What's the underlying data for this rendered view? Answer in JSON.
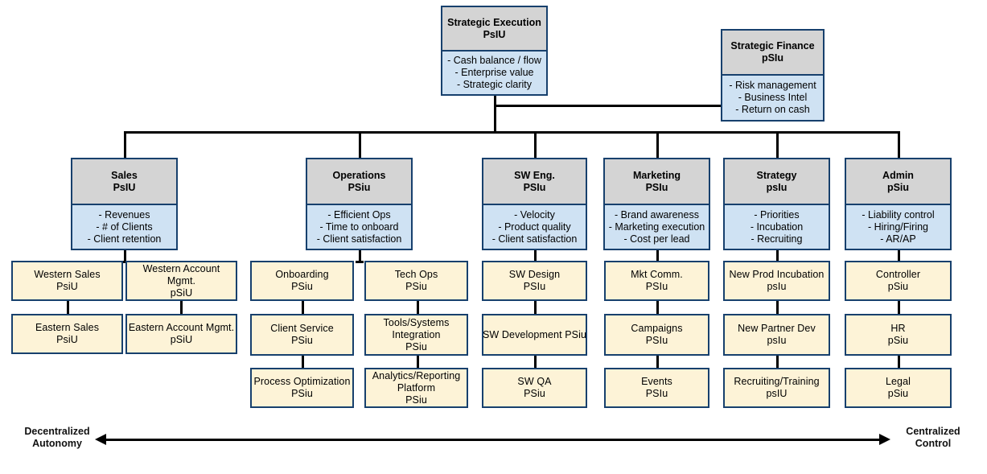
{
  "root": {
    "title_lines": [
      "Strategic Execution",
      "PsIU"
    ],
    "metrics": [
      "- Cash balance / flow",
      "- Enterprise value",
      "- Strategic clarity"
    ]
  },
  "finance": {
    "title_lines": [
      "Strategic Finance",
      "pSIu"
    ],
    "metrics": [
      "- Risk management",
      "- Business Intel",
      "- Return on cash"
    ]
  },
  "divisions": [
    {
      "title_lines": [
        "Sales",
        "PsIU"
      ],
      "metrics": [
        "- Revenues",
        "- # of Clients",
        "- Client retention"
      ],
      "sub_columns": [
        {
          "nodes": [
            {
              "lines": [
                "Western Sales",
                "PsiU"
              ]
            },
            {
              "lines": [
                "Eastern Sales",
                "PsiU"
              ]
            }
          ]
        },
        {
          "nodes": [
            {
              "lines": [
                "Western Account",
                "Mgmt.",
                "pSiU"
              ]
            },
            {
              "lines": [
                "Eastern Account Mgmt.",
                "pSiU"
              ]
            }
          ]
        }
      ]
    },
    {
      "title_lines": [
        "Operations",
        "PSiu"
      ],
      "metrics": [
        "- Efficient Ops",
        "- Time to onboard",
        "- Client satisfaction"
      ],
      "sub_columns": [
        {
          "nodes": [
            {
              "lines": [
                "Onboarding",
                "PSiu"
              ]
            },
            {
              "lines": [
                "Client Service",
                "PSiu"
              ]
            },
            {
              "lines": [
                "Process Optimization",
                "PSiu"
              ]
            }
          ]
        },
        {
          "nodes": [
            {
              "lines": [
                "Tech Ops",
                "PSiu"
              ]
            },
            {
              "lines": [
                "Tools/Systems",
                "Integration",
                "PSiu"
              ]
            },
            {
              "lines": [
                "Analytics/Reporting",
                "Platform",
                "PSiu"
              ]
            }
          ]
        }
      ]
    },
    {
      "title_lines": [
        "SW Eng.",
        "PSIu"
      ],
      "metrics": [
        "- Velocity",
        "- Product quality",
        "- Client satisfaction"
      ],
      "sub_columns": [
        {
          "nodes": [
            {
              "lines": [
                "SW Design",
                "PSIu"
              ]
            },
            {
              "lines": [
                "SW Development PSiu"
              ]
            },
            {
              "lines": [
                "SW QA",
                "PSiu"
              ]
            }
          ]
        }
      ]
    },
    {
      "title_lines": [
        "Marketing",
        "PSIu"
      ],
      "metrics": [
        "- Brand awareness",
        "- Marketing execution",
        "- Cost per lead"
      ],
      "sub_columns": [
        {
          "nodes": [
            {
              "lines": [
                "Mkt Comm.",
                "PSIu"
              ]
            },
            {
              "lines": [
                "Campaigns",
                "PSIu"
              ]
            },
            {
              "lines": [
                "Events",
                "PSIu"
              ]
            }
          ]
        }
      ]
    },
    {
      "title_lines": [
        "Strategy",
        "psIu"
      ],
      "metrics": [
        "- Priorities",
        "- Incubation",
        "- Recruiting"
      ],
      "sub_columns": [
        {
          "nodes": [
            {
              "lines": [
                "New Prod Incubation",
                "psIu"
              ]
            },
            {
              "lines": [
                "New Partner Dev",
                "psIu"
              ]
            },
            {
              "lines": [
                "Recruiting/Training",
                "psIU"
              ]
            }
          ]
        }
      ]
    },
    {
      "title_lines": [
        "Admin",
        "pSiu"
      ],
      "metrics": [
        "- Liability control",
        "- Hiring/Firing",
        "- AR/AP"
      ],
      "sub_columns": [
        {
          "nodes": [
            {
              "lines": [
                "Controller",
                "pSiu"
              ]
            },
            {
              "lines": [
                "HR",
                "pSiu"
              ]
            },
            {
              "lines": [
                "Legal",
                "pSiu"
              ]
            }
          ]
        }
      ]
    }
  ],
  "axis": {
    "left_lines": [
      "Decentralized",
      "Autonomy"
    ],
    "right_lines": [
      "Centralized",
      "Control"
    ]
  },
  "colors": {
    "border": "#17406d",
    "header_fill": "#d4d4d4",
    "metric_fill": "#cfe2f3",
    "leaf_fill": "#fdf3d7",
    "line": "#000000"
  }
}
